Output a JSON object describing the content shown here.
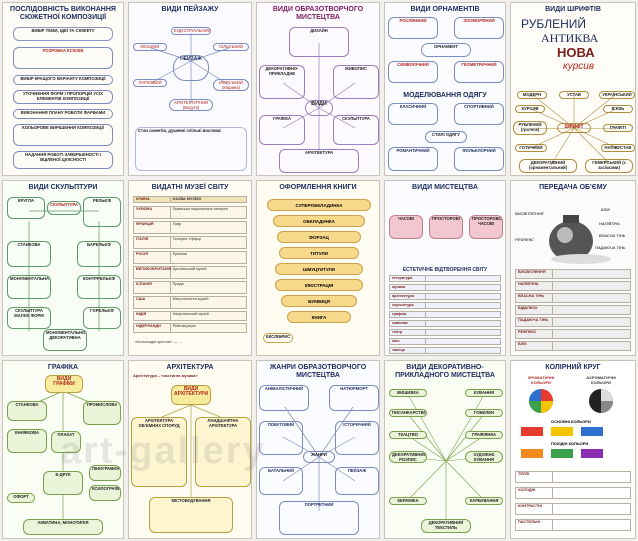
{
  "posters": [
    {
      "title": "ПОСЛІДОВНІСТЬ ВИКОНАННЯ СЮЖЕТНОЇ КОМПОЗИЦІЇ",
      "steps": [
        "ВИБІР ТЕМИ, ІДЕЇ ТА СЮЖЕТУ",
        "РОЗРОБКА ЕСКІЗІВ",
        "ВИБІР КРАЩОГО ВАРІАНТУ КОМПОЗИЦІЇ",
        "УТОЧНЕННЯ ФОРМ І ПРОПОРЦІЙ УСІХ ЕЛЕМЕНТІВ КОМПОЗИЦІЇ",
        "ВИКОНАННЯ ПЛАНУ РОБОТИ ФАРБАМИ",
        "КОЛЬОРОВЕ ВИРІШЕННЯ КОМПОЗИЦІЇ",
        "НАДАННЯ РОБОТІ ЗАВЕРШЕНОСТІ І ВЦІЛЕНОЇ ЦІЛІСНОСТІ"
      ]
    },
    {
      "title": "ВИДИ ПЕЙЗАЖУ",
      "center": "ПЕЙЗАЖ",
      "nodes": [
        "ІНДУСТРІАЛЬНИЙ",
        "МІСЬКИЙ",
        "СІЛЬСЬКИЙ",
        "ПАРКОВИЙ",
        "МОРСЬКИЙ (Марина)",
        "АРХІТЕКТУРНИЙ (Ведута)"
      ],
      "note": "Стан сюжетів, душевні спільні вислови:"
    },
    {
      "title": "ВИДИ ОБРАЗОТВОРЧОГО МИСТЕЦТВА",
      "center": "ВИДИ",
      "nodes": [
        "ДИЗАЙН",
        "ДЕКОРАТИВНО-ПРИКЛАДНЕ",
        "ЖИВОПИС",
        "ГРАФІКА",
        "СКУЛЬПТУРА",
        "АРХІТЕКТУРА"
      ]
    },
    {
      "title": "ВИДИ ОРНАМЕНТІВ",
      "center": "ОРНАМЕНТ",
      "nodes": [
        "РОСЛИННИЙ",
        "ЗООМОРФНИЙ",
        "СИМВОЛІЧНИЙ",
        "ГЕОМЕТРИЧНИЙ"
      ],
      "subtitle": "МОДЕЛЮВАННЯ ОДЯГУ",
      "nodes2": [
        "КЛАСИЧНИЙ",
        "СПОРТИВНИЙ",
        "СТИЛІ ОДЯГУ",
        "РОМАНТИЧНИЙ",
        "ФОЛЬКЛОРНИЙ"
      ]
    },
    {
      "title": "ВИДИ ШРИФТІВ",
      "samples": [
        "РУБЛЕНИЙ",
        "АНТИКВА",
        "НОВА",
        "курсив"
      ],
      "center": "ШРИФТ",
      "nodes": [
        "МОДЕРН",
        "УСТАВ",
        "УКРАЇНСЬКИЙ",
        "КУРСИВ",
        "В'ЯЗЬ",
        "РУБЛЕНИЙ (гротеск)",
        "ГРАФІТІ",
        "ГОТИЧНИЙ",
        "НАПІВУСТАВ",
        "ДЕКОРАТИВНИЙ (орнаментальний)",
        "ГЕМЕРСЬКИЙ (з засічками)"
      ]
    },
    {
      "title": "ВИДИ СКУЛЬПТУРИ",
      "nodes": [
        "КРУГЛА",
        "СКУЛЬПТУРА",
        "РЕЛЬЄФ",
        "СТАНКОВА",
        "БАРЕЛЬЄФ",
        "МОНУМЕНТАЛЬНА",
        "КОНТРРЕЛЬЄФ",
        "СКУЛЬПТУРА МАЛИХ ФОРМ",
        "МОНУМЕНТАЛЬНО-ДЕКОРАТИВНА",
        "ГОРЕЛЬЄФ"
      ]
    },
    {
      "title": "ВИДАТНІ МУЗЕЇ СВІТУ",
      "header": [
        "КРАЇНА",
        "НАЗВА МУЗЕЮ"
      ],
      "rows": [
        [
          "УКРАЇНА",
          "Львівська національна галерея"
        ],
        [
          "ФРАНЦІЯ",
          "Лувр"
        ],
        [
          "ІТАЛІЯ",
          "Галерея Уффіці"
        ],
        [
          "РОСІЯ",
          "Ермітаж"
        ],
        [
          "ВЕЛИКОБРИТАНІЯ",
          "Британський музей"
        ],
        [
          "ІСПАНІЯ",
          "Прадо"
        ],
        [
          "США",
          "Метрополітен-музей"
        ],
        [
          "ІНДІЯ",
          "Національний музей"
        ],
        [
          "НІДЕРЛАНДИ",
          "Рейксмузеум"
        ]
      ],
      "footer": "«Колонадні кресла» — ..."
    },
    {
      "title": "ОФОРМЛЕННЯ КНИГИ",
      "parts": [
        "СУПЕРОБКЛАДИНКА",
        "ОБКЛАДИНКА",
        "ФОРЗАЦ",
        "ТИТУЛИ",
        "ШМУЦТИТУЛИ",
        "ІЛЮСТРАЦІЯ",
        "БУКВИЦЯ",
        "КНИГА"
      ],
      "extra": "ЕКСЛІБРИС"
    },
    {
      "title": "ВИДИ МИСТЕЦТВА",
      "nodes": [
        "ЧАСОВІ",
        "ПРОСТОРОВІ",
        "ПРОСТОРОВО-ЧАСОВІ"
      ],
      "subtitle": "ЕСТЕТИЧНЕ ВІДТВОРЕННЯ СВІТУ",
      "rows": [
        "література",
        "музика",
        "архітектура",
        "скульптура",
        "графіка",
        "живопис",
        "театр",
        "кіно",
        "танець"
      ]
    },
    {
      "title": "ПЕРЕДАЧА ОБ'ЄМУ",
      "labels": [
        "ВИСВІТЛЕННЯ",
        "НАПІВТІНЬ",
        "ВЛАСНА ТІНЬ",
        "ПАДАЮЧА ТІНЬ",
        "РЕФЛЕКС",
        "БЛІК"
      ],
      "rows": [
        "ВИСВІТЛЕННЯ",
        "НАПІВТІНЬ",
        "ВЛАСНА ТІНЬ",
        "ВІДБЛИСК",
        "ПАДАЮЧА ТІНЬ",
        "РЕФЛЕКС",
        "БЛІК"
      ]
    },
    {
      "title": "ГРАФІКА",
      "center": "ВИДИ ГРАФІКИ",
      "nodes": [
        "СТАНКОВА",
        "КНИЖКОВА",
        "ПЛАКАТ",
        "ПРОМИСЛОВА",
        "ОФОРТ",
        "ЛІНОГРАВЮРА",
        "КСИЛОГРАФІЯ",
        "E-ДРУК",
        "АКВАТИНА, МОНОТИПІЯ"
      ]
    },
    {
      "title": "АРХІТЕКТУРА",
      "sub": "Архітектура – «застигла музика»",
      "center": "ВИДИ АРХІТЕКТУРИ",
      "nodes": [
        "АРХІТЕКТУРА ОБ'ЄМНИХ СПОРУД",
        "ЛАНДШАФТНА АРХІТЕКТУРА",
        "МІСТОБУДУВАННЯ"
      ]
    },
    {
      "title": "ЖАНРИ ОБРАЗОТВОРЧОГО МИСТЕЦТВА",
      "center": "ЖАНРИ",
      "nodes": [
        "АНІМАЛІСТИЧНИЙ",
        "НАТЮРМОРТ",
        "ПОБУТОВИЙ",
        "ІСТОРИЧНИЙ",
        "БАТАЛЬНИЙ",
        "ПЕЙЗАЖ",
        "ПОРТРЕТНИЙ"
      ]
    },
    {
      "title": "ВИДИ ДЕКОРАТИВНО-ПРИКЛАДНОГО МИСТЕЦТВА",
      "nodes": [
        "ВИШИВКА",
        "КУВАННЯ",
        "ПИСАНКАРСТВО",
        "ГОБЕЛЕН",
        "ГРАФІЯНКА",
        "ТКАЦТВО",
        "ХУДОЖНЄ КУВАННЯ",
        "ДЕКОРАТИВНИЙ РОЗПИС",
        "КЕРАМІКА",
        "КАРБУВАННЯ",
        "ДЕКОРАТИВНИЙ ТЕКСТИЛЬ"
      ]
    },
    {
      "title": "КОЛІРНИЙ КРУГ",
      "labels": [
        "ХРОМАТИЧНІ КОЛЬОРИ",
        "АХРОМАТИЧНІ КОЛЬОРИ",
        "ОСНОВНІ КОЛЬОРИ",
        "ПОХІДНІ КОЛЬОРИ",
        "ТЕПЛІ",
        "ХОЛОДНІ",
        "КОНТРАСТНІ",
        "ПАСТЕЛЬНІ"
      ]
    }
  ],
  "watermark": "art-gallery"
}
